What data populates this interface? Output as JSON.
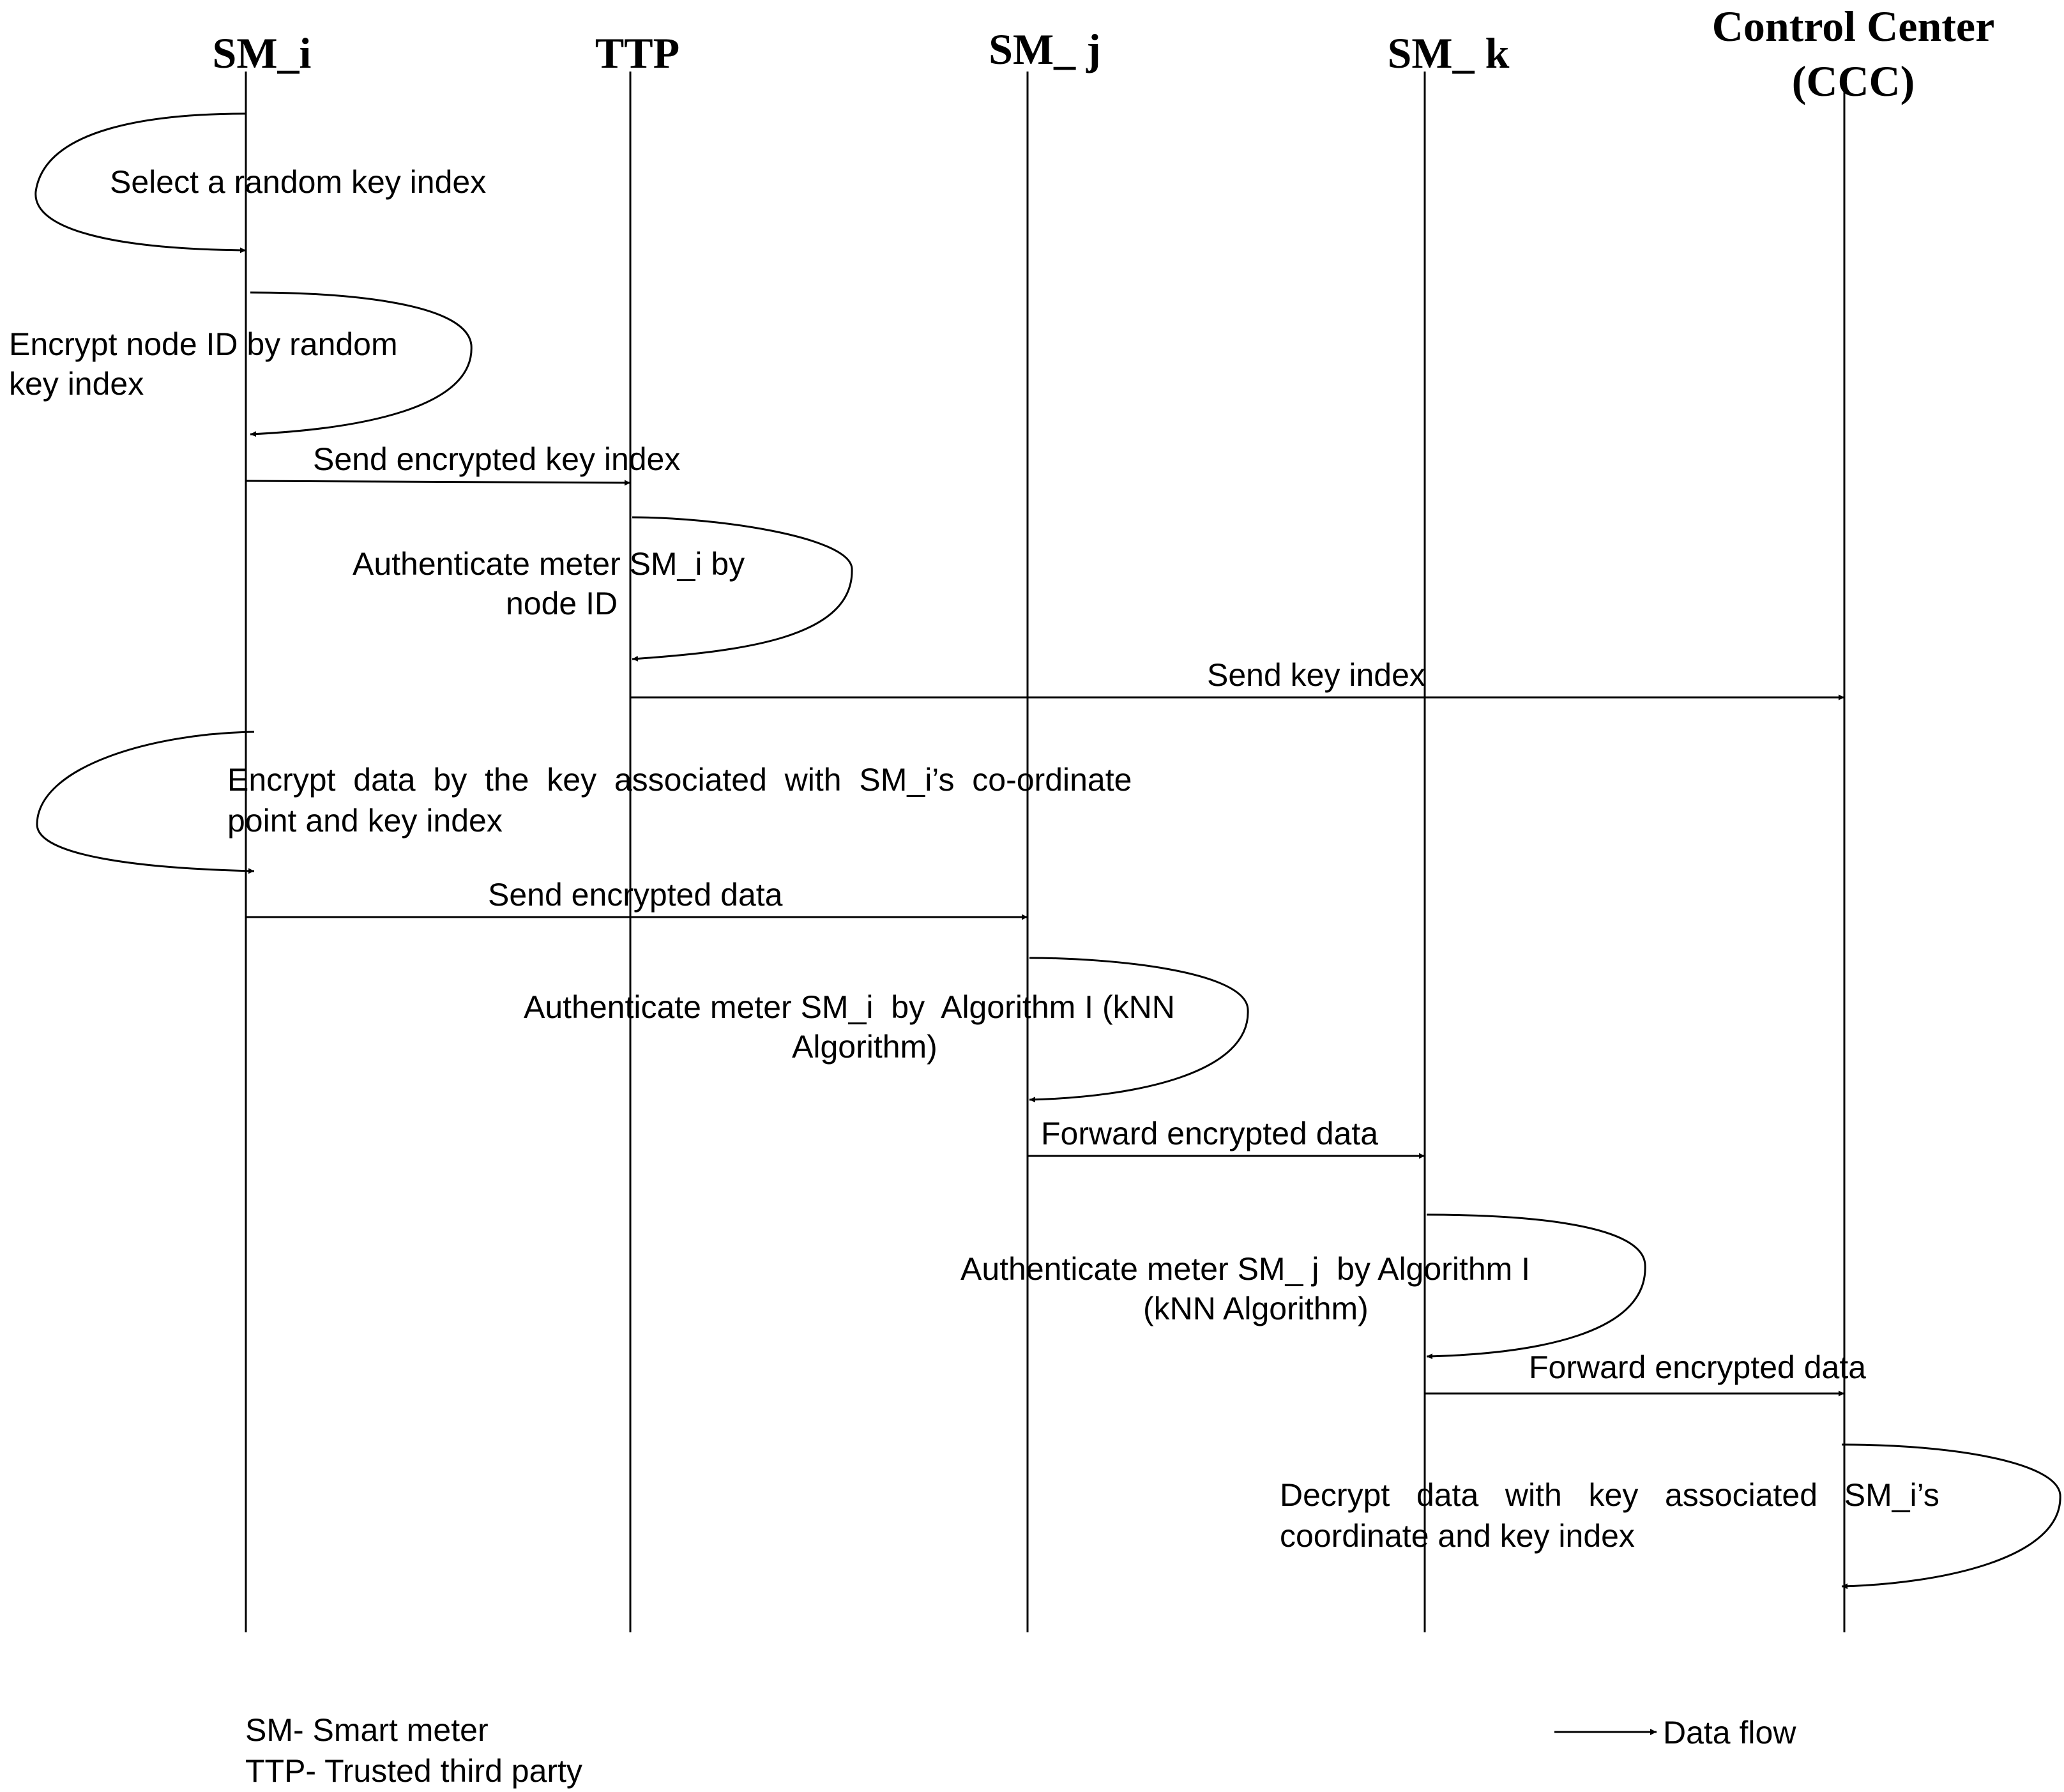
{
  "actors": {
    "sm_i": "SM_i",
    "ttp": "TTP",
    "sm_j": "SM_ j",
    "sm_k": "SM_ k",
    "ccc_line1": "Control Center",
    "ccc_line2": "(CCC)"
  },
  "steps": {
    "select_key": "Select a random key index",
    "encrypt_node_1": "Encrypt node ID by random",
    "encrypt_node_2": "key index",
    "send_encrypted_key": "Send encrypted key index",
    "auth_ttp_1": "Authenticate meter SM_i  by",
    "auth_ttp_2": "node ID",
    "send_key_index": "Send key index",
    "encrypt_data_1": "Encrypt  data  by  the  key  associated  with  SM_i’s  co-ordinate",
    "encrypt_data_2": "point and key index",
    "send_encrypted_data": "Send encrypted data",
    "auth_smj_1": "Authenticate meter SM_i  by  Algorithm I (kNN",
    "auth_smj_2": "Algorithm)",
    "forward_1": "Forward encrypted data",
    "auth_smk_1": "Authenticate meter SM_ j  by Algorithm I",
    "auth_smk_2": "(kNN Algorithm)",
    "forward_2": "Forward encrypted data",
    "decrypt_1": "Decrypt   data   with   key   associated   SM_i’s",
    "decrypt_2": "coordinate and key index"
  },
  "legend": {
    "sm": "SM- Smart meter",
    "ttp": "TTP- Trusted third party",
    "data_flow": "Data flow"
  }
}
